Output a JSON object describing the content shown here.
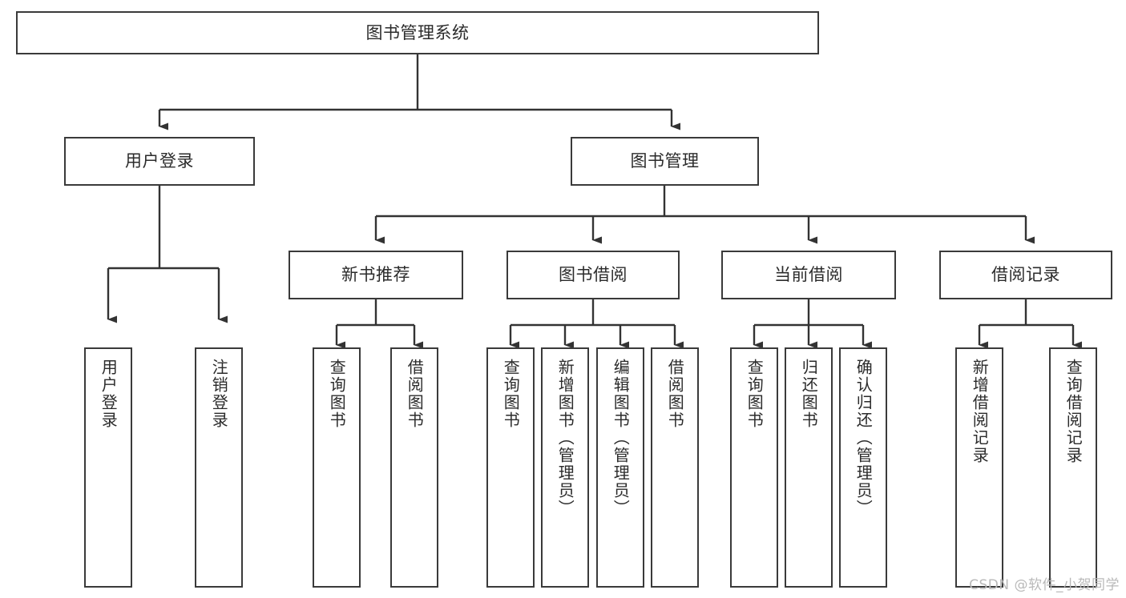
{
  "diagram": {
    "type": "tree-hierarchy",
    "title": "图书管理系统",
    "orientation": "top-down",
    "colors": {
      "box_border": "#3a3a3a",
      "box_fill": "#ffffff",
      "connector": "#333333",
      "text": "#2b2b2b",
      "watermark": "#b9b9b9",
      "background": "#ffffff"
    },
    "root": {
      "label": "图书管理系统"
    },
    "level2": [
      {
        "label": "用户登录"
      },
      {
        "label": "图书管理"
      }
    ],
    "level3": [
      {
        "label": "新书推荐"
      },
      {
        "label": "图书借阅"
      },
      {
        "label": "当前借阅"
      },
      {
        "label": "借阅记录"
      }
    ],
    "leaves": {
      "user_login": [
        {
          "label": "用户登录"
        },
        {
          "label": "注销登录"
        }
      ],
      "new_book_recommend": [
        {
          "label": "查询图书"
        },
        {
          "label": "借阅图书"
        }
      ],
      "book_borrow": [
        {
          "label": "查询图书"
        },
        {
          "label": "新增图书（管理员）"
        },
        {
          "label": "编辑图书（管理员）"
        },
        {
          "label": "借阅图书"
        }
      ],
      "current_borrow": [
        {
          "label": "查询图书"
        },
        {
          "label": "归还图书"
        },
        {
          "label": "确认归还（管理员）"
        }
      ],
      "borrow_record": [
        {
          "label": "新增借阅记录"
        },
        {
          "label": "查询借阅记录"
        }
      ]
    }
  },
  "watermark": {
    "text": "CSDN @软件_小贺同学"
  }
}
